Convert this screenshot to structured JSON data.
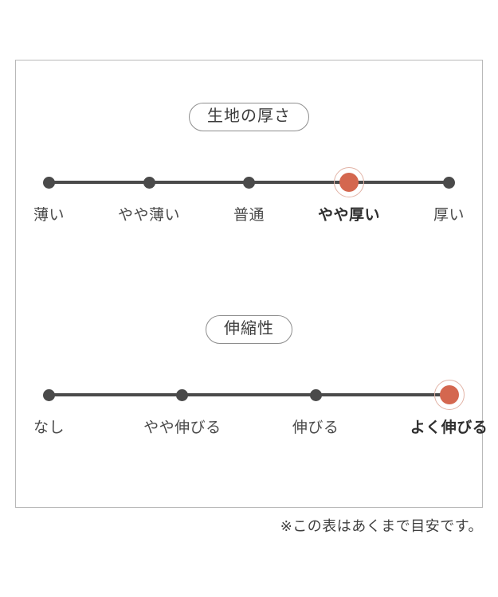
{
  "panel": {
    "metrics": [
      {
        "key": "thickness",
        "badge_label": "生地の厚さ",
        "labels": [
          "薄い",
          "やや薄い",
          "普通",
          "やや厚い",
          "厚い"
        ],
        "selected_index": 3,
        "selected_label": "やや厚い"
      },
      {
        "key": "stretch",
        "badge_label": "伸縮性",
        "labels": [
          "なし",
          "やや伸びる",
          "伸びる",
          "よく伸びる"
        ],
        "selected_index": 3,
        "selected_label": "よく伸びる"
      }
    ]
  },
  "footnote": "※この表はあくまで目安です。",
  "colors": {
    "accent": "#d4674f",
    "accent_ring": "#e2b3a6",
    "track": "#4a4a4a",
    "dot": "#4a4a4a",
    "panel_border": "#b9b9b9",
    "pill_border": "#8e8e8e",
    "text": "#3f3f3f",
    "background": "#ffffff"
  },
  "chart_data": [
    {
      "type": "scatter",
      "title": "生地の厚さ",
      "xlabel": "",
      "ylabel": "",
      "categories": [
        "薄い",
        "やや薄い",
        "普通",
        "やや厚い",
        "厚い"
      ],
      "x": [
        1,
        2,
        3,
        4,
        5
      ],
      "values": [
        0,
        0,
        0,
        1,
        0
      ],
      "selected_index": 3,
      "selected_category": "やや厚い",
      "legend": [],
      "grid": false,
      "xlim": [
        1,
        5
      ],
      "annotations": []
    },
    {
      "type": "scatter",
      "title": "伸縮性",
      "xlabel": "",
      "ylabel": "",
      "categories": [
        "なし",
        "やや伸びる",
        "伸びる",
        "よく伸びる"
      ],
      "x": [
        1,
        2,
        3,
        4
      ],
      "values": [
        0,
        0,
        0,
        1
      ],
      "selected_index": 3,
      "selected_category": "よく伸びる",
      "legend": [],
      "grid": false,
      "xlim": [
        1,
        4
      ],
      "annotations": []
    }
  ]
}
